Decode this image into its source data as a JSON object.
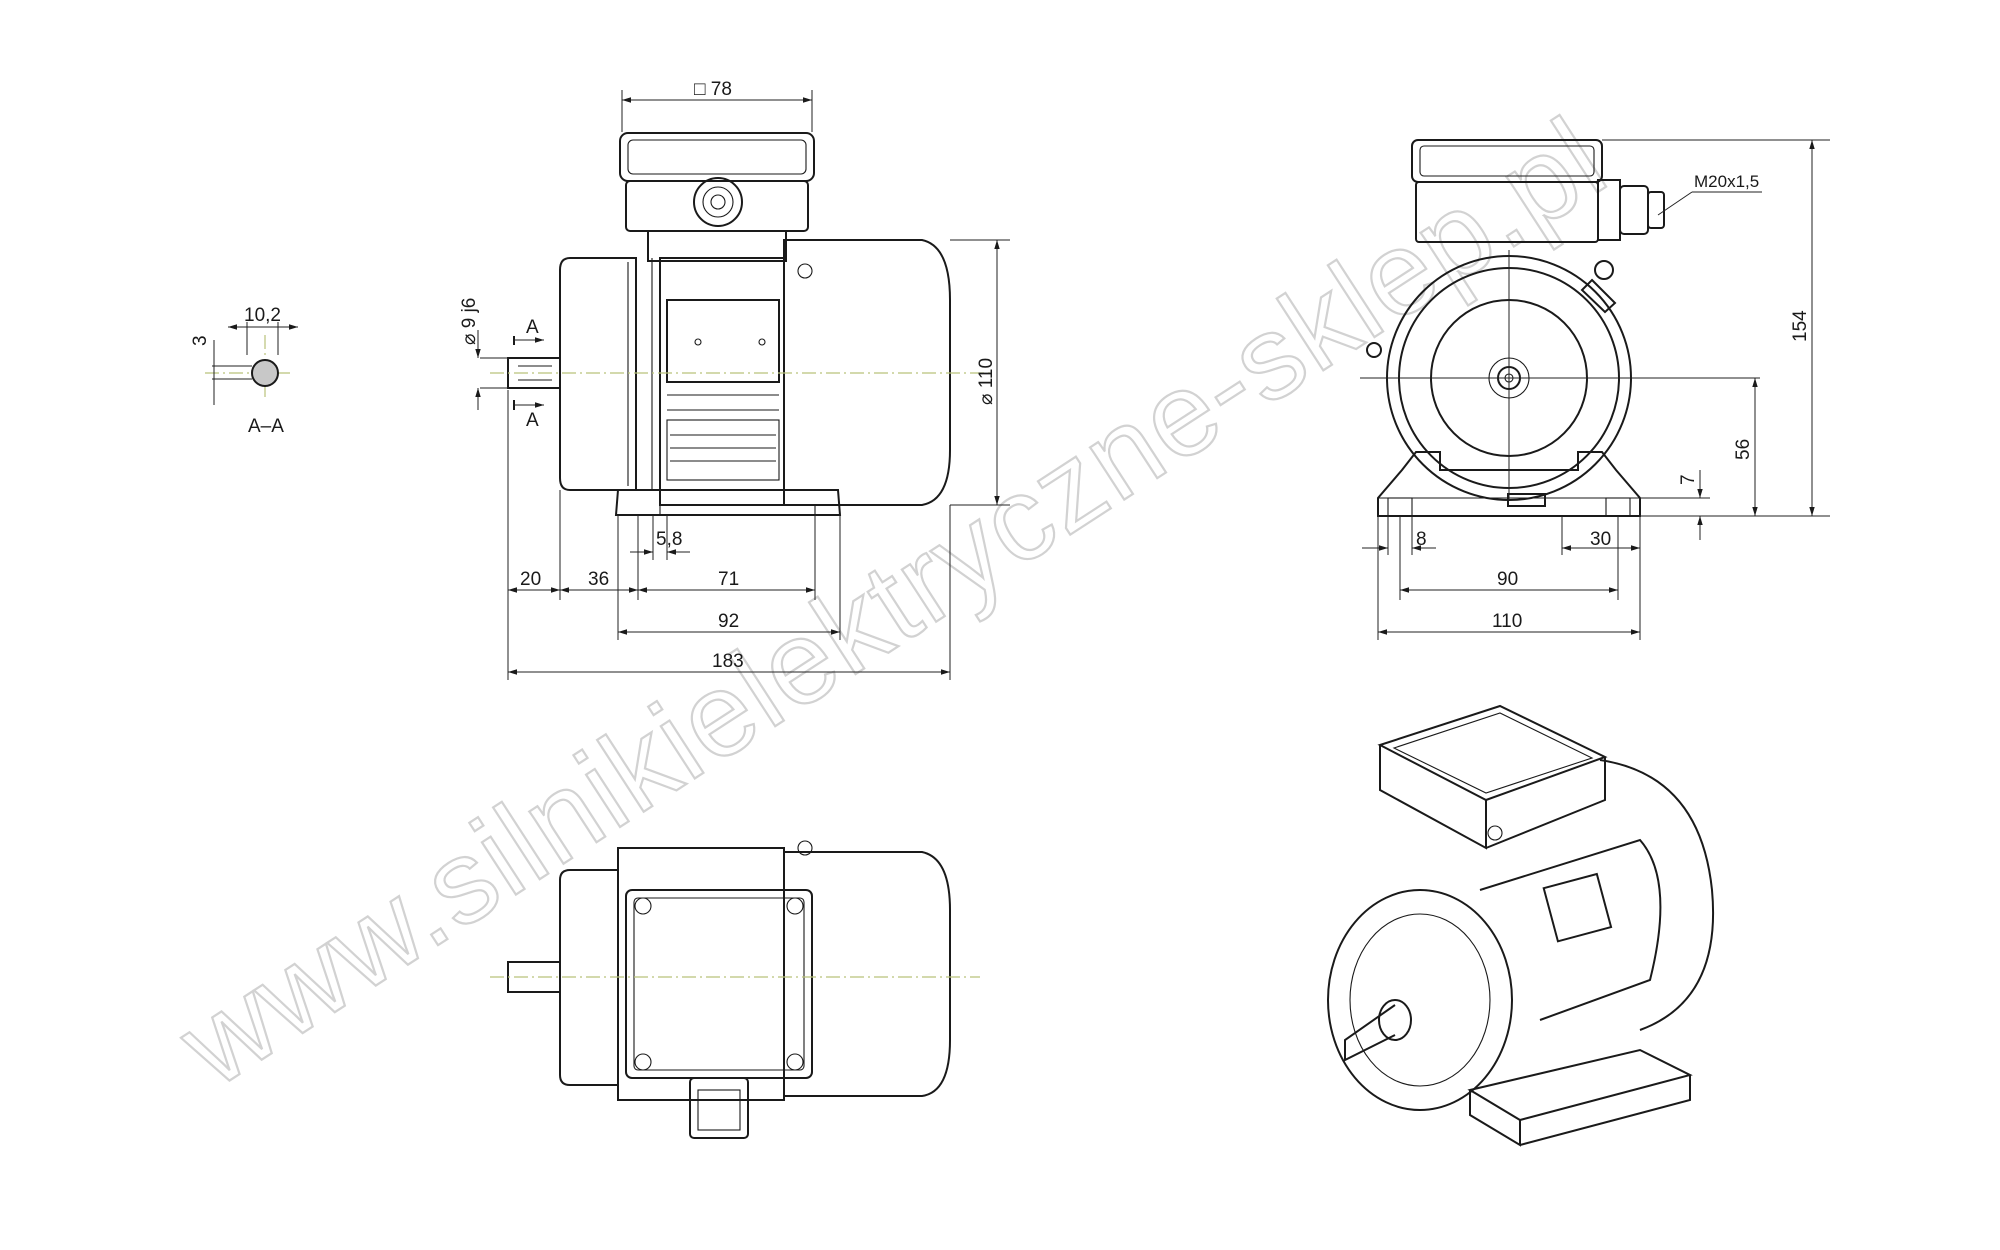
{
  "watermark": "www.silnikielektryczne-sklep.pl",
  "section": {
    "title": "A–A",
    "key_width": "10,2",
    "key_depth": "3"
  },
  "side_view": {
    "terminal_box_width": "□ 78",
    "shaft_diameter": "⌀ 9 j6",
    "body_diameter": "⌀ 110",
    "section_mark_top": "A",
    "section_mark_bottom": "A",
    "foot_hole": "5,8",
    "shaft_length": "20",
    "shoulder_to_foot_hole": "36",
    "foot_hole_spacing": "71",
    "foot_length": "92",
    "overall_length": "183"
  },
  "end_view": {
    "cable_gland": "M20x1,5",
    "overall_height": "154",
    "shaft_height": "56",
    "foot_thickness": "7",
    "foot_hole_width": "8",
    "foot_edge": "30",
    "foot_hole_spacing": "90",
    "foot_width": "110"
  }
}
